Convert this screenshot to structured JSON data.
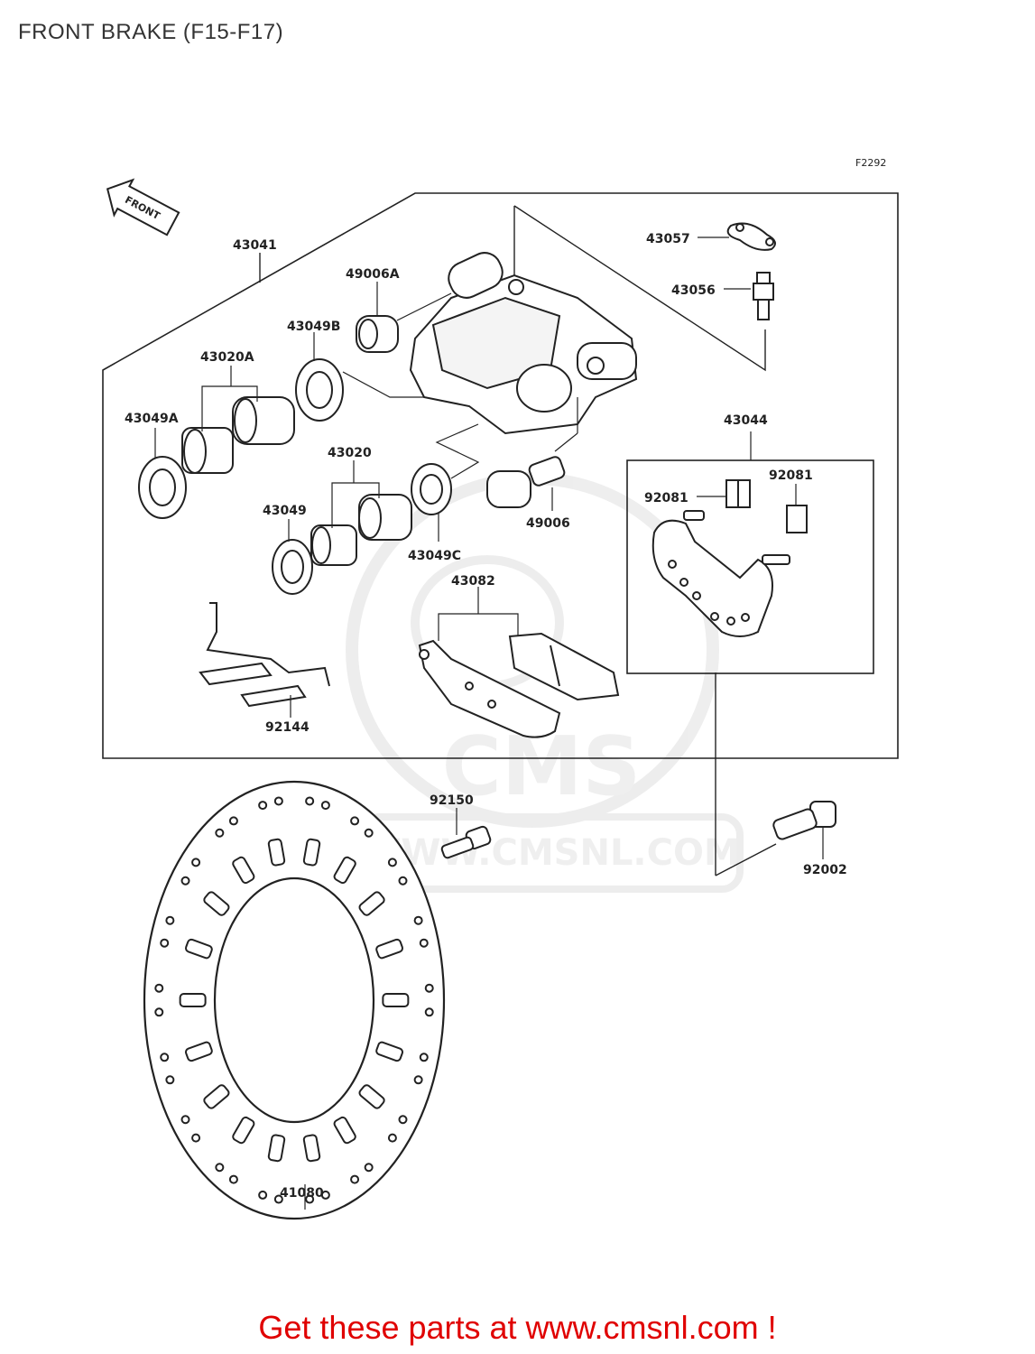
{
  "title": "FRONT BRAKE (F15-F17)",
  "figure_code": "F2292",
  "direction_label": "FRONT",
  "watermark": {
    "brand": "CMS",
    "url": "WWW.CMSNL.COM"
  },
  "parts": {
    "p43041": "43041",
    "p43057": "43057",
    "p43056": "43056",
    "p49006A": "49006A",
    "p43049B": "43049B",
    "p43020A": "43020A",
    "p43049A": "43049A",
    "p43020": "43020",
    "p43049": "43049",
    "p43049C": "43049C",
    "p49006": "49006",
    "p43044": "43044",
    "p92081a": "92081",
    "p92081b": "92081",
    "p43082": "43082",
    "p92144": "92144",
    "p92150": "92150",
    "p92002": "92002",
    "p41080": "41080"
  },
  "footer": "Get these parts at www.cmsnl.com !",
  "colors": {
    "footer": "#e00000",
    "line": "#222222",
    "watermark": "#e8e8e8"
  }
}
